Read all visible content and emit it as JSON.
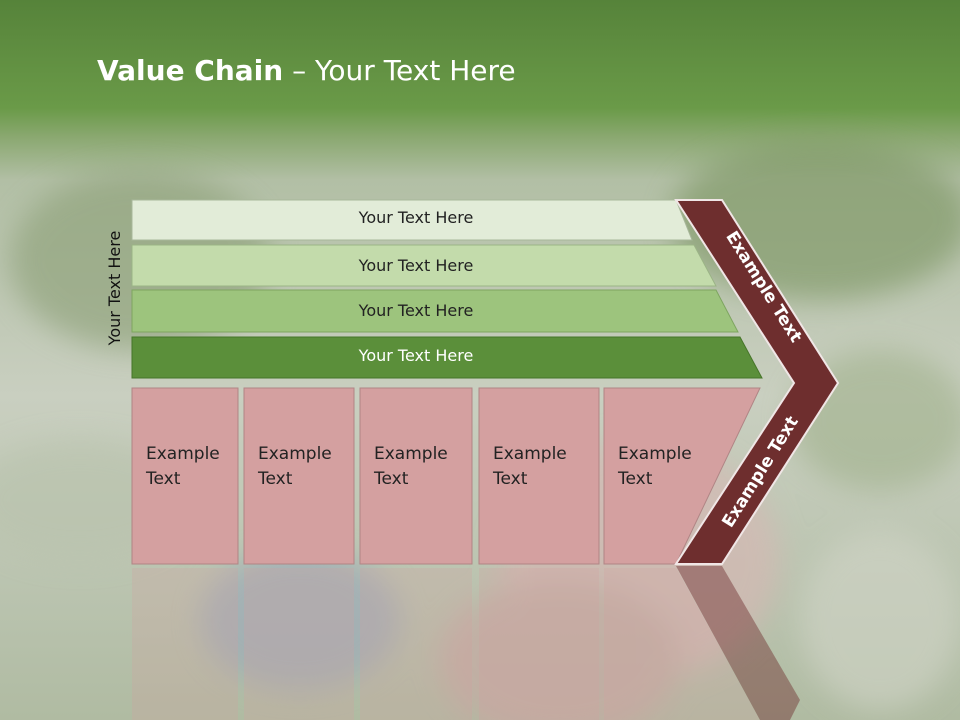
{
  "title": {
    "bold": "Value Chain",
    "rest": " – Your Text Here"
  },
  "vertical_label": "Your Text Here",
  "bars": [
    {
      "label": "Your Text Here"
    },
    {
      "label": "Your Text Here"
    },
    {
      "label": "Your Text Here"
    },
    {
      "label": "Your Text Here"
    }
  ],
  "boxes": [
    {
      "line1": "Example",
      "line2": "Text"
    },
    {
      "line1": "Example",
      "line2": "Text"
    },
    {
      "line1": "Example",
      "line2": "Text"
    },
    {
      "line1": "Example",
      "line2": "Text"
    },
    {
      "line1": "Example",
      "line2": "Text"
    }
  ],
  "chevron": {
    "upper": "Example Text",
    "lower": "Example Text"
  },
  "colors": {
    "bar1": "#e2ecd8",
    "bar2": "#c3dbab",
    "bar3": "#9dc47d",
    "bar4": "#5b8f3a",
    "box": "#d4a0a0",
    "chevron": "#6e2e2e",
    "header": "#6a9a48"
  }
}
